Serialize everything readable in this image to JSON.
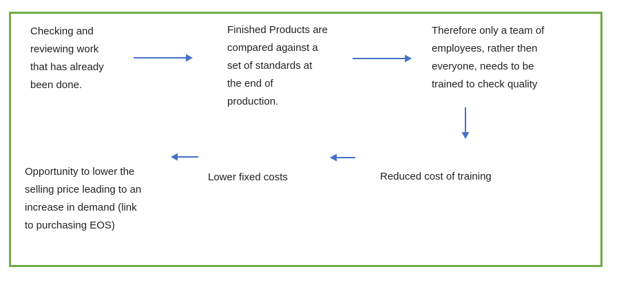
{
  "colors": {
    "frame_border": "#70AD47",
    "arrow": "#4472C4",
    "text": "#1f1f1f"
  },
  "diagram": {
    "nodes": [
      {
        "id": "quality-control-definition",
        "text": "Checking and\nreviewing work\nthat has already\nbeen done."
      },
      {
        "id": "finished-products-standards",
        "text": "Finished Products are\ncompared against a\nset of standards at\nthe end of\nproduction."
      },
      {
        "id": "team-training",
        "text": "Therefore only a team of\nemployees, rather then\neveryone, needs to be\ntrained to check quality"
      },
      {
        "id": "lower-selling-price",
        "text": "Opportunity to lower the\nselling price leading to an\nincrease in demand (link\nto purchasing EOS)"
      },
      {
        "id": "lower-fixed-costs",
        "text": "Lower fixed costs"
      },
      {
        "id": "reduced-training-cost",
        "text": "Reduced cost of training"
      }
    ],
    "arrows": [
      {
        "id": "arrow-1",
        "direction": "right",
        "from": "quality-control-definition",
        "to": "finished-products-standards"
      },
      {
        "id": "arrow-2",
        "direction": "right",
        "from": "finished-products-standards",
        "to": "team-training"
      },
      {
        "id": "arrow-3",
        "direction": "down",
        "from": "team-training",
        "to": "reduced-training-cost"
      },
      {
        "id": "arrow-4",
        "direction": "left",
        "from": "reduced-training-cost",
        "to": "lower-fixed-costs"
      },
      {
        "id": "arrow-5",
        "direction": "left",
        "from": "lower-fixed-costs",
        "to": "lower-selling-price"
      }
    ]
  }
}
